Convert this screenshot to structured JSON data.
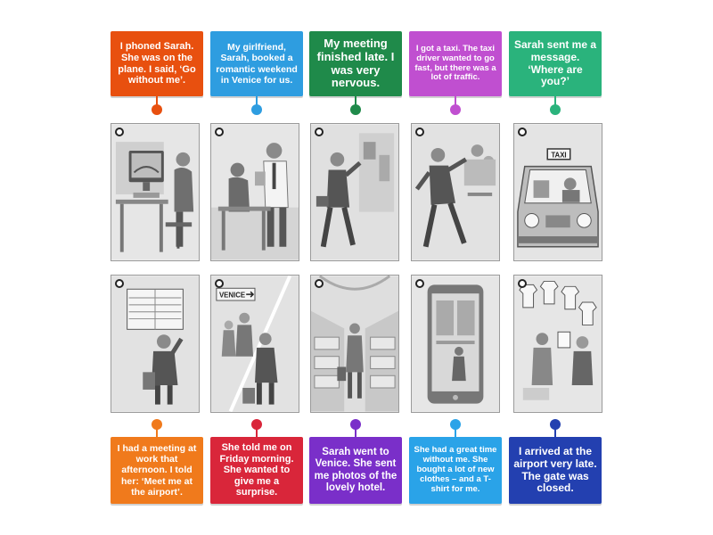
{
  "top_labels": [
    {
      "text": "I phoned Sarah. She was on the plane. I said, ‘Go without me’.",
      "color": "#e8500f"
    },
    {
      "text": "My girlfriend, Sarah, booked a romantic weekend in Venice for us.",
      "color": "#2e9de0"
    },
    {
      "text": "My meeting finished late. I was very nervous.",
      "color": "#1f8a4a"
    },
    {
      "text": "I got a taxi. The taxi driver wanted to go fast, but there was a lot of traffic.",
      "color": "#c04fd0"
    },
    {
      "text": "Sarah sent me a message. ‘Where are you?’",
      "color": "#2ab37c"
    }
  ],
  "bottom_labels": [
    {
      "text": "I had a meeting at work that afternoon. I told her: ‘Meet me at the airport’.",
      "color": "#f07a1c"
    },
    {
      "text": "She told me on Friday morning. She wanted to give me a surprise.",
      "color": "#d9263a"
    },
    {
      "text": "Sarah went to Venice. She sent me photos of the lovely hotel.",
      "color": "#7a2fc9"
    },
    {
      "text": "She had a great time without me. She bought a lot of new clothes – and a T-shirt for me.",
      "color": "#2aa3e8"
    },
    {
      "text": "I arrived at the airport very late. The gate was closed.",
      "color": "#2340b0"
    }
  ],
  "card_text": {
    "taxi": "TAXI",
    "venice": "VENICE"
  }
}
